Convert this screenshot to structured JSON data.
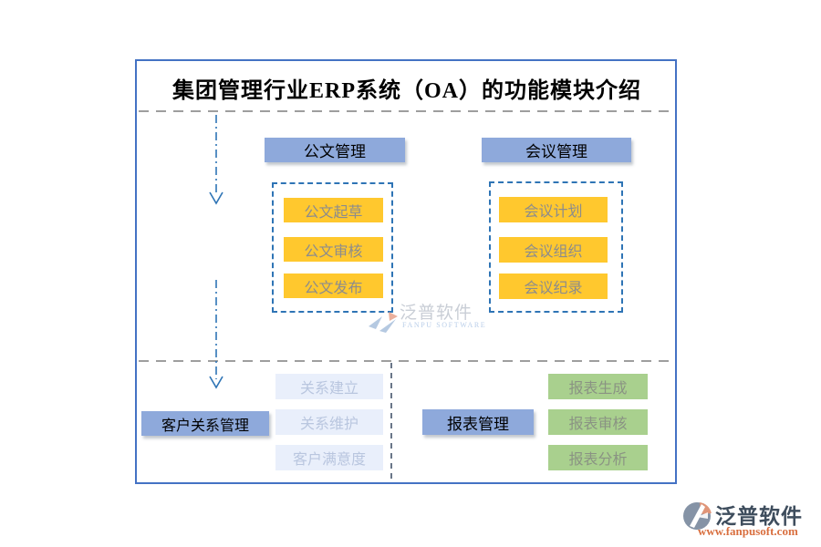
{
  "title": "集团管理行业ERP系统（OA）的功能模块介绍",
  "modules": {
    "document": {
      "header": "公文管理",
      "items": [
        "公文起草",
        "公文审核",
        "公文发布"
      ]
    },
    "meeting": {
      "header": "会议管理",
      "items": [
        "会议计划",
        "会议组织",
        "会议纪录"
      ]
    },
    "crm": {
      "header": "客户关系管理",
      "items": [
        "关系建立",
        "关系维护",
        "客户满意度"
      ]
    },
    "report": {
      "header": "报表管理",
      "items": [
        "报表生成",
        "报表审核",
        "报表分析"
      ]
    }
  },
  "watermark": {
    "brand": "泛普软件",
    "brand_en": "FANPU SOFTWARE"
  },
  "footer_logo": {
    "brand": "泛普软件",
    "website": "www.fanpusoft.com"
  },
  "colors": {
    "frame_border": "#4472C4",
    "header_box_blue": "#8EA9DB",
    "item_yellow": "#FFC82E",
    "item_green": "#A9D08E",
    "item_pale_blue": "#E9EFFB",
    "divider_gray": "#7F7F7F",
    "connector_blue": "#2E74B5",
    "section_divider_navy": "#44546A",
    "logo_text": "#3E4D5D",
    "url_orange": "#D96F3F"
  }
}
